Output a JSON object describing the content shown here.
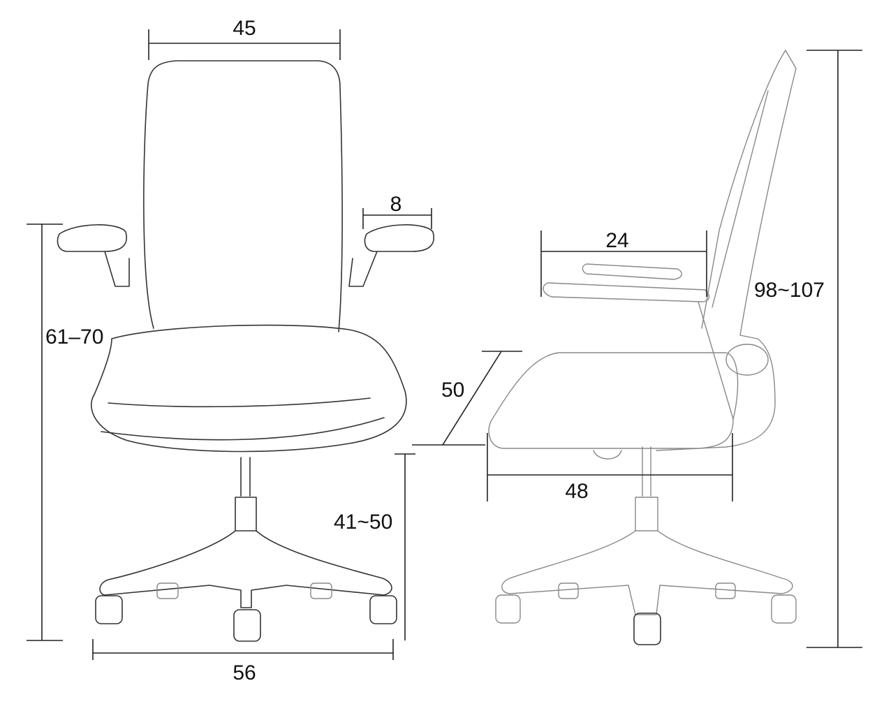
{
  "dimensions": {
    "back_width": "45",
    "armrest_width": "8",
    "armrest_height": "61–70",
    "base_width": "56",
    "seat_height": "41~50",
    "armrest_length": "24",
    "seat_depth_diagonal": "50",
    "seat_depth": "48",
    "total_height": "98~107"
  },
  "colors": {
    "line": "#333333",
    "background": "#ffffff"
  }
}
